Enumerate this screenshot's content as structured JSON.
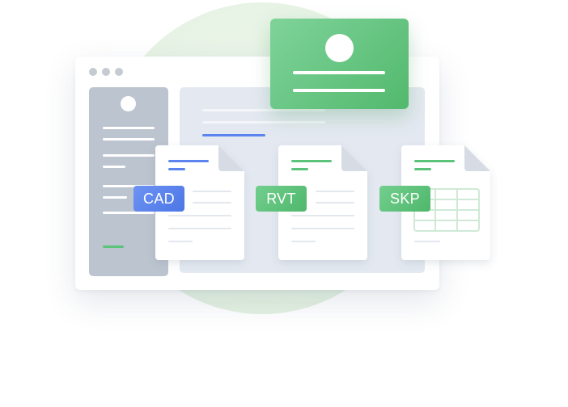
{
  "badges": {
    "cad": "CAD",
    "rvt": "RVT",
    "skp": "SKP"
  },
  "colors": {
    "accent_blue": "#5b84ee",
    "accent_green": "#5cc37a",
    "sidebar_gray": "#bcc4cf",
    "panel_bg": "#e4e9f1"
  },
  "icons": {
    "window_controls": "three-dot-window-controls-icon",
    "avatar": "user-avatar-icon",
    "document": "document-file-icon",
    "spreadsheet": "spreadsheet-grid-icon"
  }
}
